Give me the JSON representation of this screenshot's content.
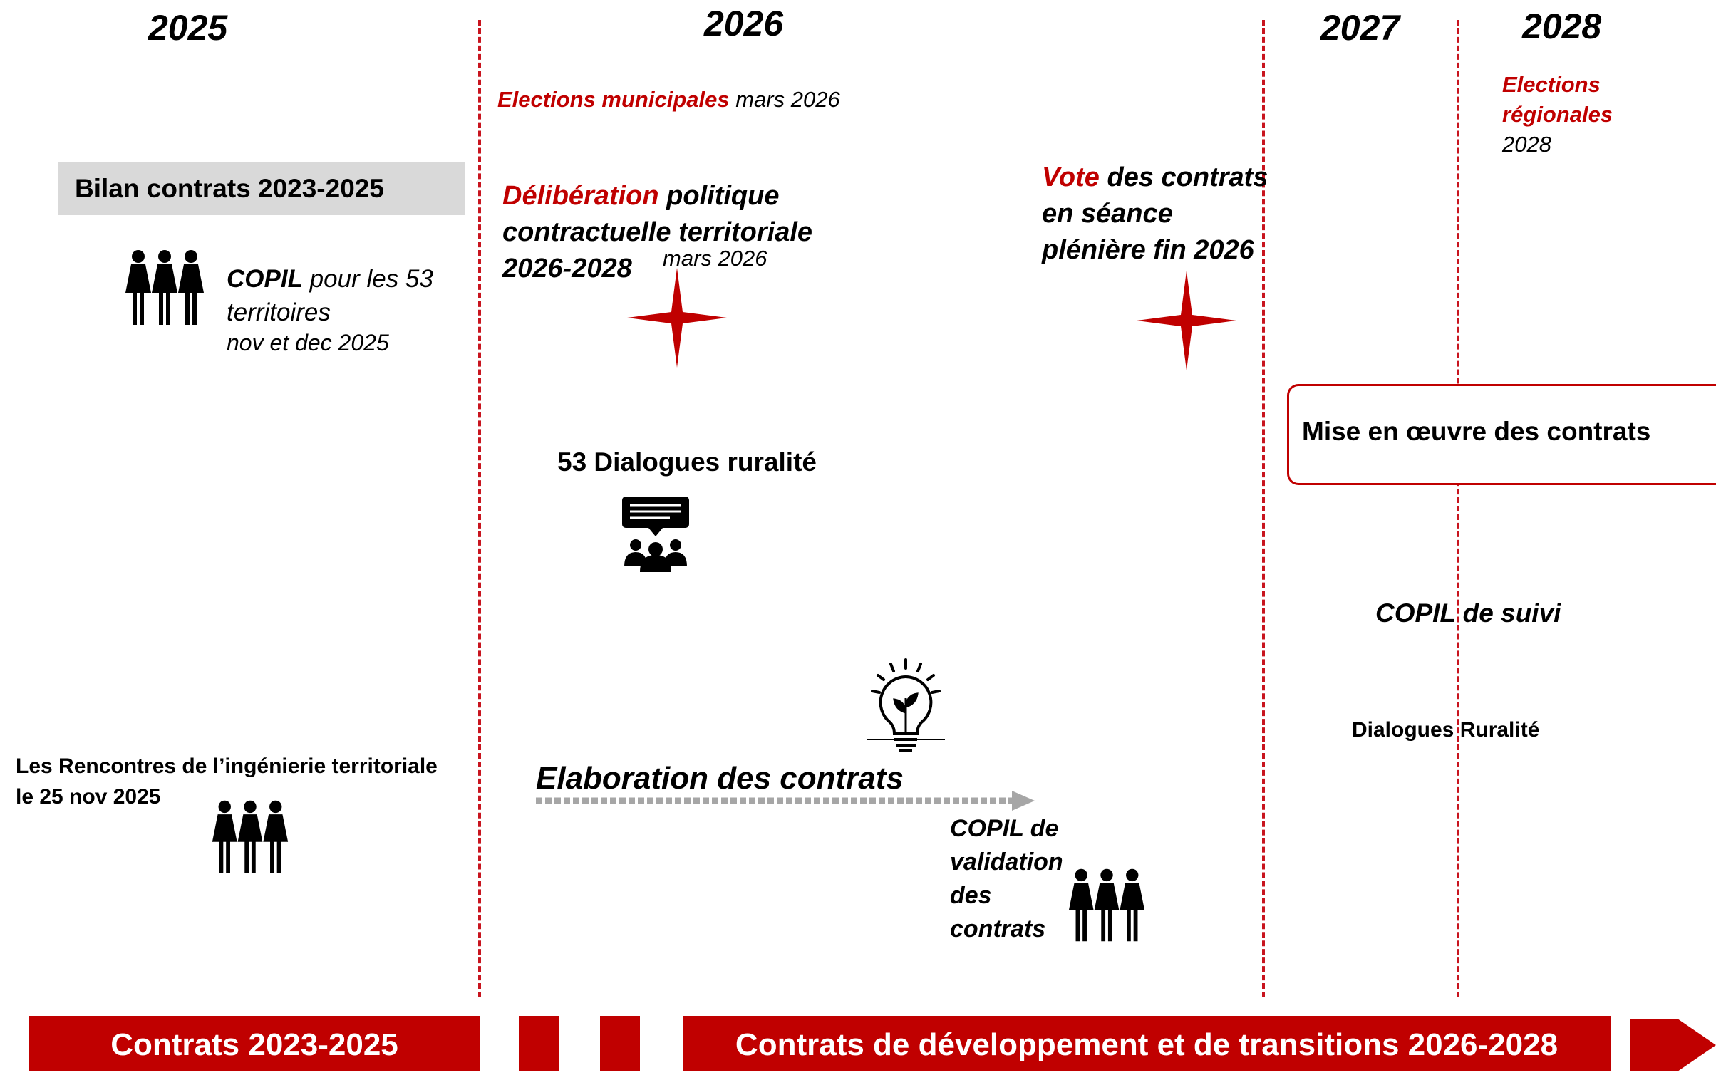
{
  "years": [
    "2025",
    "2026",
    "2027",
    "2028"
  ],
  "colors": {
    "accent": "#c00000",
    "bilan_bg": "#d9d9d9",
    "arrow": "#a6a6a6"
  },
  "column_2025": {
    "bilan_box": "Bilan contrats 2023-2025",
    "copil_bold": "COPIL",
    "copil_rest": " pour  les 53",
    "copil_line2": "territoires",
    "copil_date": "nov et dec 2025",
    "rencontres_line1": "Les Rencontres de l’ingénierie territoriale",
    "rencontres_line2": "le 25 nov 2025"
  },
  "column_2026": {
    "elections_label": "Elections municipales",
    "elections_date": " mars 2026",
    "deliberation_red": "Délibération",
    "deliberation_rest": " politique",
    "deliberation_line2": "contractuelle territoriale",
    "deliberation_line3": "2026-2028",
    "deliberation_date": "mars 2026",
    "dialogues": "53 Dialogues ruralité",
    "elaboration": "Elaboration des contrats",
    "copil_validation": [
      "COPIL de",
      "validation",
      "des",
      "contrats"
    ],
    "vote_red": "Vote",
    "vote_rest": " des contrats",
    "vote_line2": "en séance",
    "vote_line3": "plénière fin 2026"
  },
  "column_2027": {
    "mise_en_oeuvre": "Mise en œuvre des contrats",
    "copil_suivi": "COPIL de suivi",
    "dialogues_ruralite": "Dialogues Ruralité"
  },
  "column_2028": {
    "elections_label": "Elections régionales",
    "elections_date": "2028"
  },
  "bottom_bar": {
    "left": "Contrats 2023-2025",
    "right": "Contrats de développement et de transitions 2026-2028"
  },
  "icons": [
    "people-group-icon",
    "four-point-star-icon",
    "discussion-group-icon",
    "lightbulb-plant-icon",
    "arrow-right-icon"
  ]
}
